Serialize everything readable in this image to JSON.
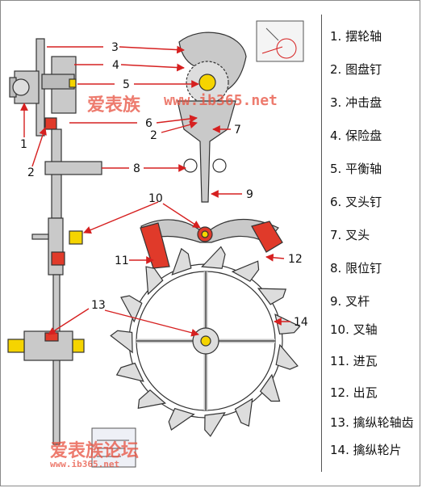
{
  "callouts": [
    "3",
    "4",
    "5",
    "6",
    "7",
    "2",
    "1",
    "2",
    "8",
    "9",
    "10",
    "11",
    "12",
    "13",
    "14"
  ],
  "legend": [
    {
      "num": "1.",
      "text": "摆轮轴"
    },
    {
      "num": "2.",
      "text": "图盘钉"
    },
    {
      "num": "3.",
      "text": "冲击盘"
    },
    {
      "num": "4.",
      "text": "保险盘"
    },
    {
      "num": "5.",
      "text": "平衡轴"
    },
    {
      "num": "6.",
      "text": "叉头钉"
    },
    {
      "num": "7.",
      "text": "叉头"
    },
    {
      "num": "8.",
      "text": "限位钉"
    },
    {
      "num": "9.",
      "text": "叉杆"
    },
    {
      "num": "10.",
      "text": "叉轴"
    },
    {
      "num": "11.",
      "text": "进瓦"
    },
    {
      "num": "12.",
      "text": "出瓦"
    },
    {
      "num": "13.",
      "text": "擒纵轮轴齿"
    },
    {
      "num": "14.",
      "text": "擒纵轮片"
    }
  ],
  "watermarks": {
    "top_cn": "爱表族",
    "top_url": "www.ib365.net",
    "bottom_cn": "爱表族论坛",
    "bottom_url": "www.ib365.net"
  },
  "colors": {
    "arrow": "#d62020",
    "part_red": "#e03a2a",
    "part_yellow": "#f5d400",
    "metal": "#c9c9c9",
    "outline": "#333333"
  }
}
